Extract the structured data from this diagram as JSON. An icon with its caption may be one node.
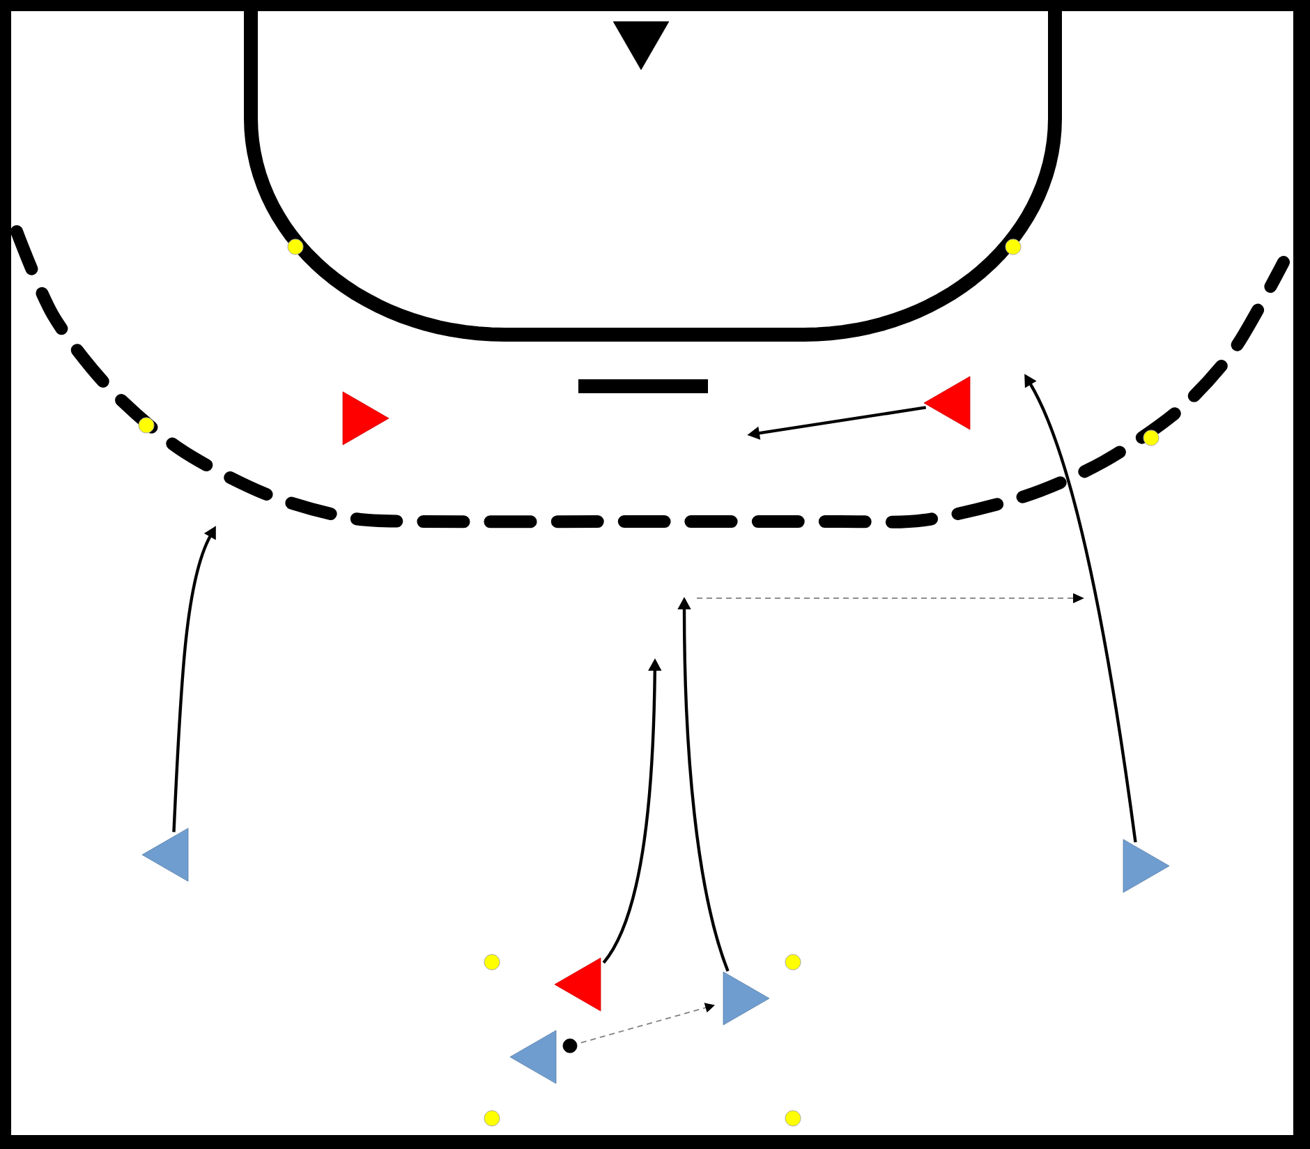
{
  "diagram": {
    "nodes": [
      {
        "text": [],
        "shape": "triangle"
      },
      {
        "text": [],
        "shape": "triangle"
      },
      {
        "text": [],
        "shape": "triangle"
      },
      {
        "text": [],
        "shape": "triangle"
      },
      {
        "text": [],
        "shape": "triangle"
      },
      {
        "text": [],
        "shape": "triangle"
      },
      {
        "text": [],
        "shape": "triangle"
      },
      {
        "text": [],
        "shape": "triangle"
      },
      {
        "text": [],
        "shape": "circle"
      }
    ],
    "edges": [
      {
        "from": 3,
        "to": null,
        "arrow": "to"
      },
      {
        "from": 2,
        "to": null,
        "arrow": "to"
      },
      {
        "from": 4,
        "to": null,
        "arrow": "to"
      },
      {
        "from": 5,
        "to": null,
        "arrow": "to"
      },
      {
        "from": 6,
        "to": null,
        "arrow": "to"
      },
      {
        "from": 8,
        "to": 6,
        "arrow": "to",
        "style": "dashed",
        "color": "#808080"
      }
    ]
  }
}
